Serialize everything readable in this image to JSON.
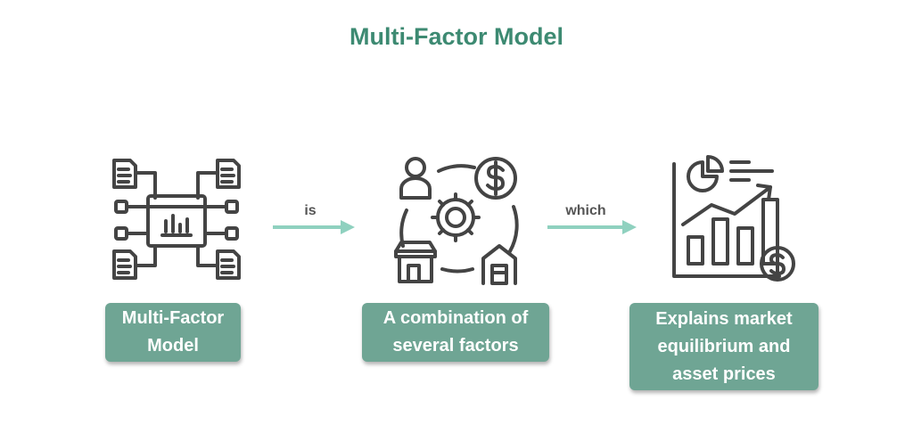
{
  "title": "Multi-Factor Model",
  "nodes": [
    {
      "label": "Multi-Factor\nModel",
      "icon": "data-model-icon"
    },
    {
      "label": "A combination of\nseveral factors",
      "icon": "factors-cycle-icon"
    },
    {
      "label": "Explains market\nequilibrium and\nasset prices",
      "icon": "growth-chart-icon"
    }
  ],
  "connectors": [
    {
      "label": "is"
    },
    {
      "label": "which"
    }
  ],
  "colors": {
    "title": "#3d8a72",
    "box": "#6fa594",
    "arrow": "#8fd1bf",
    "icon_stroke": "#444444"
  }
}
